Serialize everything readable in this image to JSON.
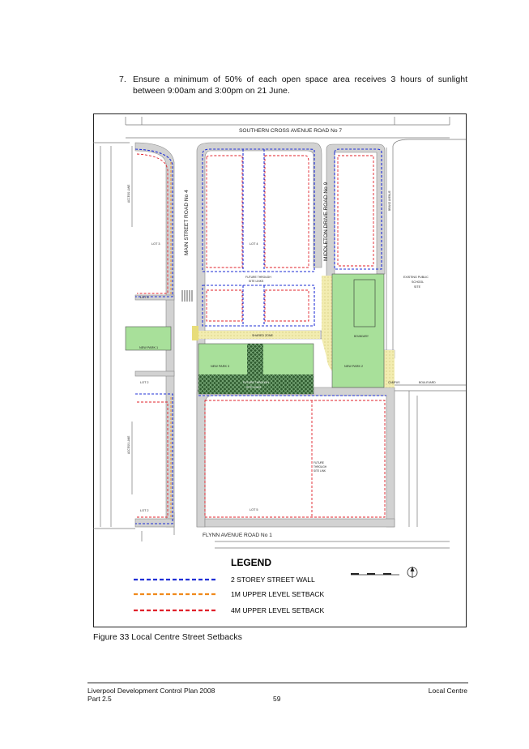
{
  "item": {
    "number": "7.",
    "text": "Ensure a minimum of 50% of each open space area receives 3 hours of sunlight between 9:00am and 3:00pm on 21 June."
  },
  "map": {
    "roads": {
      "southern_cross": "SOUTHERN CROSS AVENUE  ROAD No 7",
      "main_street": "MAIN STREET ROAD No 4",
      "middleton": "MIDDLETON DRIVE ROAD No 9",
      "flynn": "FLYNN AVENUE ROAD No 1"
    },
    "lots": {
      "lot3a": "LOT 3",
      "lot3b": "LOT 3",
      "lot2a": "LOT 2",
      "lot2b": "LOT 2",
      "lot4": "LOT 4",
      "lot5": "LOT 5"
    },
    "parks": {
      "park1": "NEW PARK 1",
      "park2": "NEW PARK 2",
      "park3": "NEW PARK 3"
    },
    "notes": {
      "future_links_1": [
        "FUTURE THROUGH",
        "SITE LINKS"
      ],
      "future_links_2": [
        "FUTURE THROUGH",
        "SITE LINKS"
      ],
      "future_link_v": [
        "FUTURE",
        "THROUGH",
        "SITE LINK"
      ],
      "shared_zone": "SHARED ZONE",
      "school": [
        "EXISTING PUBLIC",
        "SCHOOL",
        "SITE"
      ],
      "campus": "CAMPUS",
      "boulevard": "BOULEVARD",
      "boundary": "BOUNDARY",
      "access_lane_1": "ACCESS LANE",
      "access_lane_2": "ACCESS LANE",
      "brand_avenue": "BRAND AVENUE"
    },
    "legend": {
      "title": "LEGEND",
      "items": [
        {
          "label": "2 STOREY STREET WALL",
          "color": "#1f2fd6"
        },
        {
          "label": "1M UPPER LEVEL SETBACK",
          "color": "#f08a1c"
        },
        {
          "label": "4M UPPER LEVEL SETBACK",
          "color": "#e0202a"
        }
      ]
    },
    "colors": {
      "park": "#a8e09a",
      "road": "#d2d2d2",
      "shared": "#f2ecb0",
      "dark_park": "#2e5a2e"
    }
  },
  "caption": "Figure 33 Local Centre Street Setbacks",
  "footer": {
    "left_line1": "Liverpool Development Control Plan 2008",
    "left_line2": "Part 2.5",
    "page": "59",
    "right": "Local Centre"
  }
}
